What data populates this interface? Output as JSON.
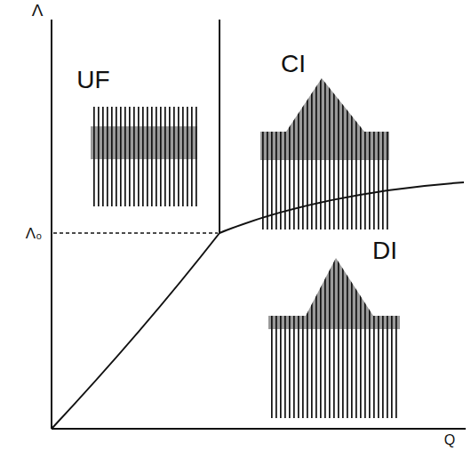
{
  "diagram": {
    "labels": [
      "Λ",
      "UF",
      "CI",
      "Λ₀",
      "DI",
      "Q"
    ]
  }
}
